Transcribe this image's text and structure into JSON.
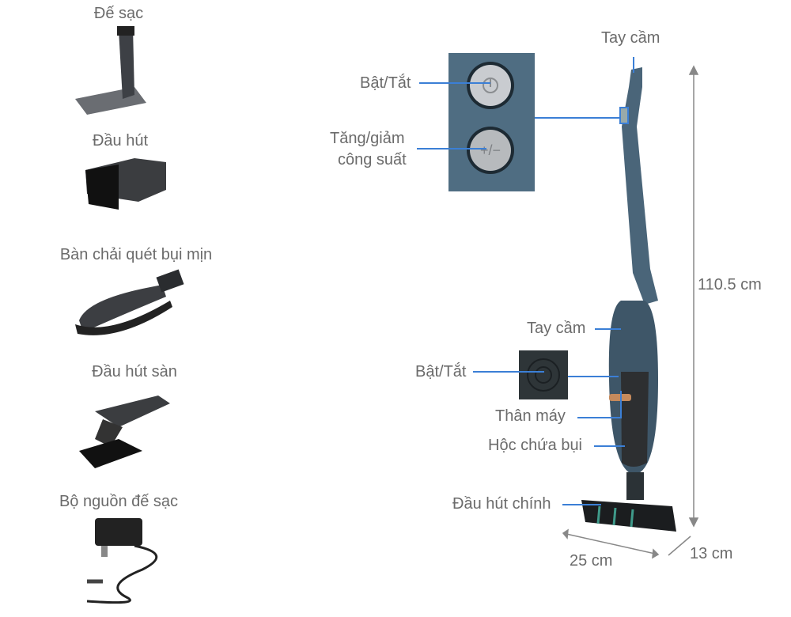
{
  "accessories": [
    {
      "label": "Đế sạc"
    },
    {
      "label": "Đầu hút"
    },
    {
      "label": "Bàn chải quét bụi mịn"
    },
    {
      "label": "Đầu hút sàn"
    },
    {
      "label": "Bộ nguồn đế sạc"
    }
  ],
  "callouts": {
    "handle_top": "Tay cầm",
    "power_top": "Bật/Tắt",
    "power_adjust_line1": "Tăng/giảm",
    "power_adjust_line2": "công suất",
    "handle_body": "Tay cầm",
    "power_body": "Bật/Tắt",
    "body": "Thân máy",
    "dust_bin": "Hộc chứa bụi",
    "main_nozzle": "Đầu hút chính"
  },
  "dimensions": {
    "height": "110.5 cm",
    "width": "25 cm",
    "depth": "13 cm"
  },
  "colors": {
    "callout_line": "#3b7fd6",
    "body": "#3e5668",
    "label_text": "#6b6b6b"
  }
}
